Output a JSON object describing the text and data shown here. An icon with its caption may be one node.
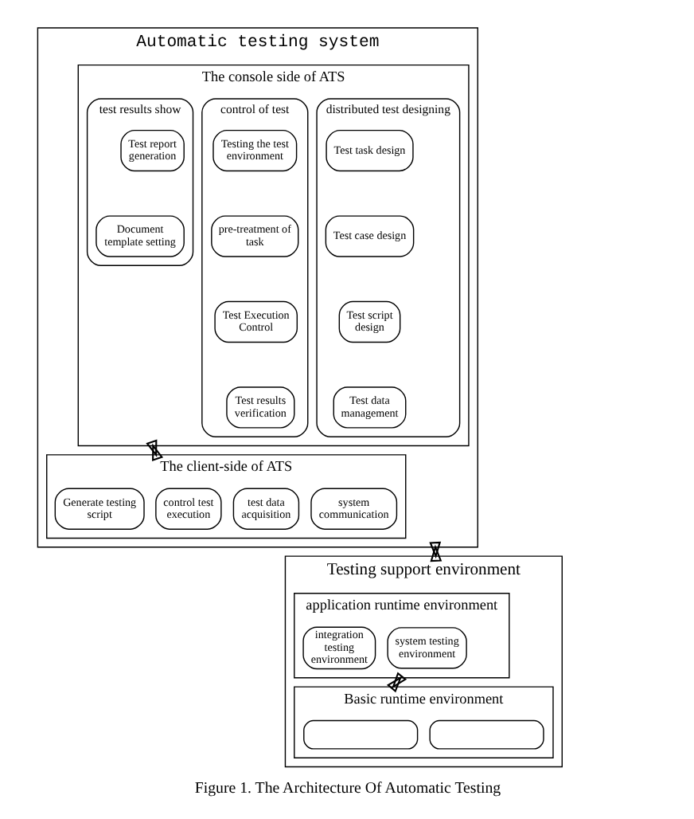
{
  "diagram": {
    "caption": "Figure 1. The Architecture Of Automatic Testing",
    "nodes": [
      {
        "text": [
          "Automatic testing system"
        ]
      },
      {
        "text": [
          "The console side of ATS"
        ],
        "in": 0
      },
      {
        "text": [
          "distributed test designing"
        ],
        "in": 1
      },
      {
        "text": [
          "Test task design"
        ],
        "in": 2
      },
      {
        "text": [
          "Test case design"
        ],
        "in": 2
      },
      {
        "text": [
          "Test script design"
        ],
        "in": 2
      },
      {
        "text": [
          "Test data management"
        ],
        "in": 2
      },
      {
        "text": [
          "control of test"
        ],
        "in": 1
      },
      {
        "text": [
          "Testing the test environment"
        ],
        "in": 7
      },
      {
        "text": [
          "pre-treatment of task"
        ],
        "in": 7
      },
      {
        "text": [
          "Test Execution Control"
        ],
        "in": 7
      },
      {
        "text": [
          "Test results verification"
        ],
        "in": 7
      },
      {
        "text": [
          "test results show"
        ],
        "in": 1
      },
      {
        "text": [
          "Test report generation"
        ],
        "in": 12
      },
      {
        "text": [
          "Document template setting"
        ],
        "in": 12
      },
      {
        "text": [
          "The client-side of ATS"
        ],
        "in": 0
      },
      {
        "text": [
          "Generate testing script"
        ],
        "in": 15
      },
      {
        "text": [
          "control test execution"
        ],
        "in": 15
      },
      {
        "text": [
          "test data acquisition"
        ],
        "in": 15
      },
      {
        "text": [
          "system communication"
        ],
        "in": 15
      },
      {
        "text": [
          "Testing support environment"
        ]
      },
      {
        "text": [
          "application runtime environment"
        ],
        "in": 20
      },
      {
        "text": [
          "integration testing environment"
        ],
        "in": 21
      },
      {
        "text": [
          "system testing environment"
        ],
        "in": 21
      },
      {
        "text": [
          "Basic runtime environment"
        ],
        "in": 20
      },
      {
        "text": [],
        "shape": "box",
        "in": 24
      },
      {
        "text": [],
        "shape": "box",
        "in": 24
      }
    ],
    "edges": [
      {
        "from": 1,
        "to": 15,
        "arrow": "both"
      },
      {
        "from": 0,
        "to": 20,
        "arrow": "both"
      },
      {
        "from": 21,
        "to": 24,
        "arrow": "both"
      }
    ]
  }
}
